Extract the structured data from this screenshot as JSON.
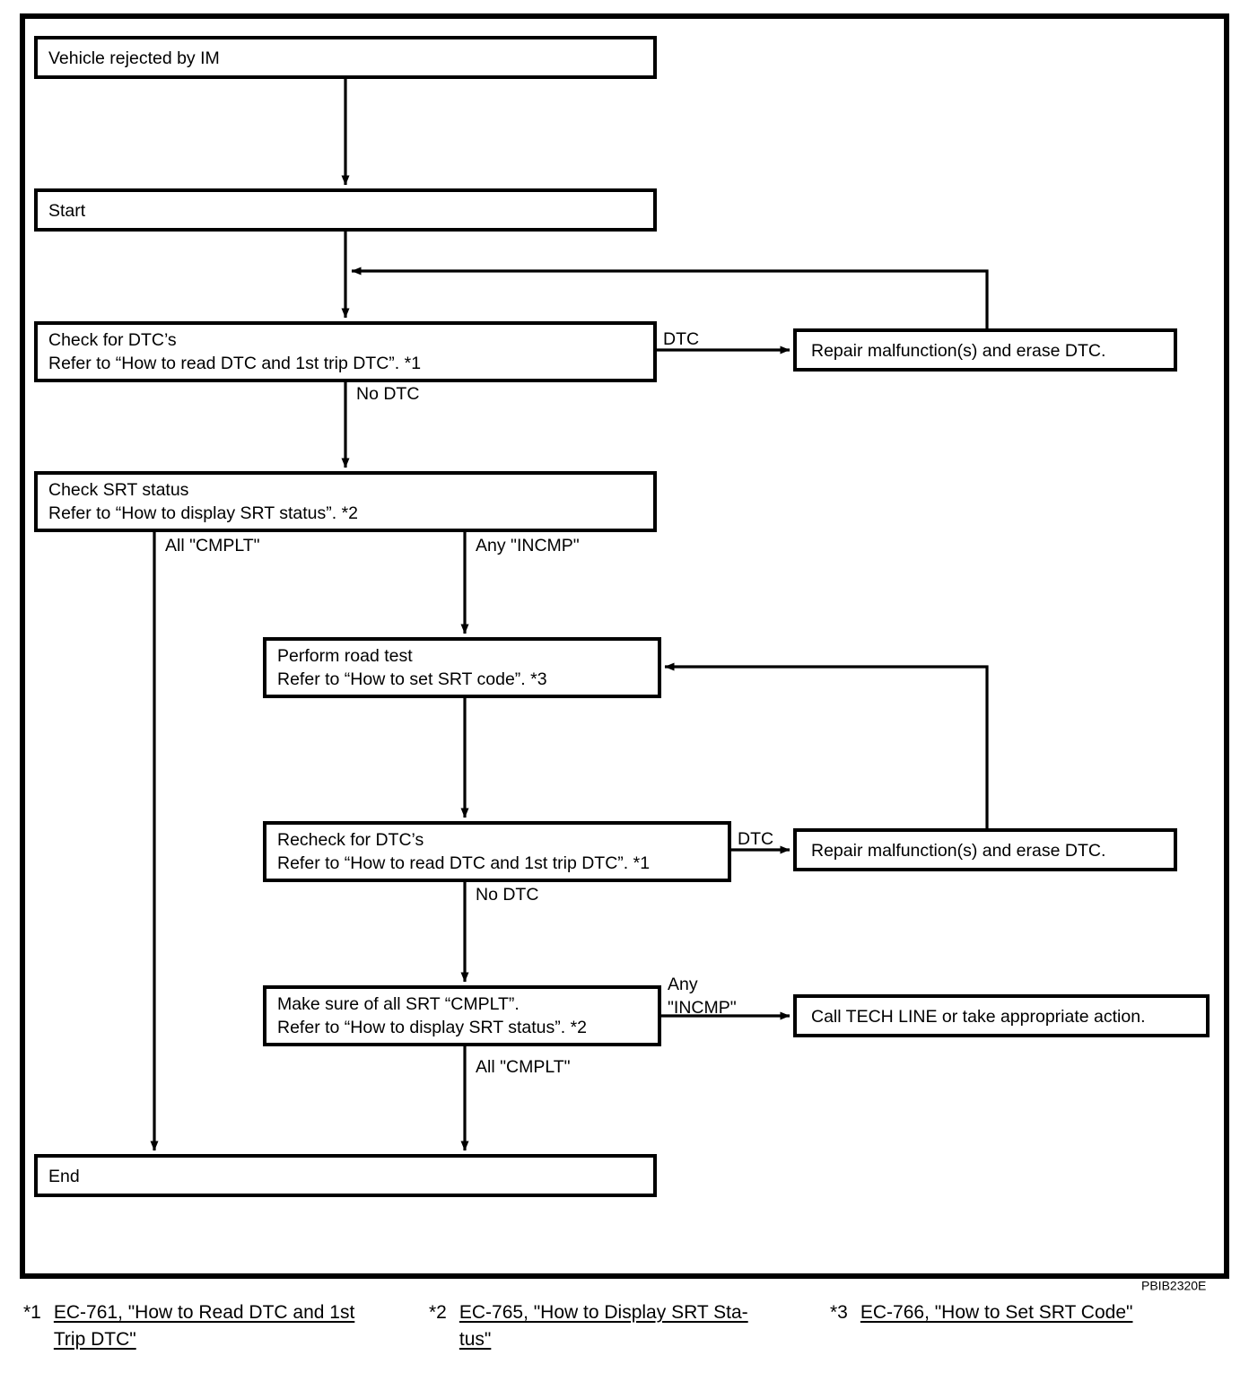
{
  "figure": {
    "id_code": "PBIB2320E",
    "type": "flowchart",
    "title": "Vehicle rejected by IM — DTC / SRT diagnostic work flow"
  },
  "nodes": [
    {
      "id": "vehicle-rejected",
      "lines": [
        "Vehicle rejected by IM"
      ]
    },
    {
      "id": "start",
      "lines": [
        "Start"
      ]
    },
    {
      "id": "check-dtc",
      "lines": [
        "Check for DTC’s",
        "Refer to “How to read DTC and 1st trip DTC”. *1"
      ]
    },
    {
      "id": "repair-1",
      "lines": [
        "Repair malfunction(s) and erase DTC."
      ]
    },
    {
      "id": "check-srt",
      "lines": [
        "Check SRT status",
        "Refer to “How to display SRT status”. *2"
      ]
    },
    {
      "id": "road-test",
      "lines": [
        "Perform road test",
        "Refer to “How to set SRT code”. *3"
      ]
    },
    {
      "id": "recheck-dtc",
      "lines": [
        "Recheck for DTC’s",
        "Refer to “How to read DTC and 1st trip DTC”. *1"
      ]
    },
    {
      "id": "repair-2",
      "lines": [
        "Repair malfunction(s) and erase DTC."
      ]
    },
    {
      "id": "make-sure-srt",
      "lines": [
        "Make sure of all SRT “CMPLT”.",
        "Refer to “How to display SRT status”. *2"
      ]
    },
    {
      "id": "call-tech-line",
      "lines": [
        "Call TECH LINE or take appropriate action."
      ]
    },
    {
      "id": "end",
      "lines": [
        "End"
      ]
    }
  ],
  "edge_labels": {
    "dtc_1": "DTC",
    "no_dtc_1": "No DTC",
    "all_cmplt_1": "All \"CMPLT\"",
    "any_incmp_1": "Any \"INCMP\"",
    "dtc_2": "DTC",
    "no_dtc_2": "No DTC",
    "any_incmp_2_line1": "Any",
    "any_incmp_2_line2": "\"INCMP\"",
    "all_cmplt_2": "All \"CMPLT\""
  },
  "footnotes": [
    {
      "marker": "*1",
      "text": "EC-761, \"How to Read DTC and 1st",
      "text2": "Trip DTC\""
    },
    {
      "marker": "*2",
      "text": "EC-765, \"How to Display SRT Sta-",
      "text2": "tus\""
    },
    {
      "marker": "*3",
      "text": "EC-766, \"How to Set SRT Code\"",
      "text2": ""
    }
  ],
  "colors": {
    "line": "#000000",
    "box_fill": "#ffffff",
    "background": "#ffffff"
  }
}
